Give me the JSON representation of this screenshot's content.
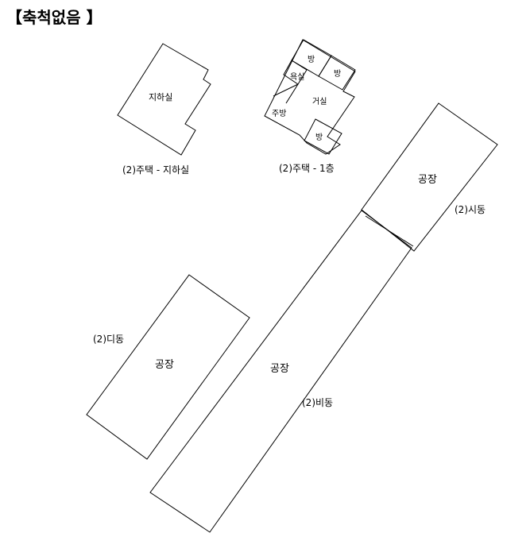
{
  "header": {
    "title": "【축척없음 】"
  },
  "basement": {
    "room_label": "지하실",
    "caption": "(2)주택 - 지하실"
  },
  "house_first_floor": {
    "caption": "(2)주택 - 1층",
    "rooms": {
      "room_top_left": "방",
      "room_top_right": "방",
      "bathroom": "욕실",
      "living_room": "거실",
      "kitchen": "주방",
      "room_bottom": "방"
    }
  },
  "factory_si": {
    "label": "공장",
    "caption": "(2)시동"
  },
  "factory_bi": {
    "label": "공장",
    "caption": "(2)비동"
  },
  "factory_di": {
    "label": "공장",
    "caption": "(2)디동"
  }
}
